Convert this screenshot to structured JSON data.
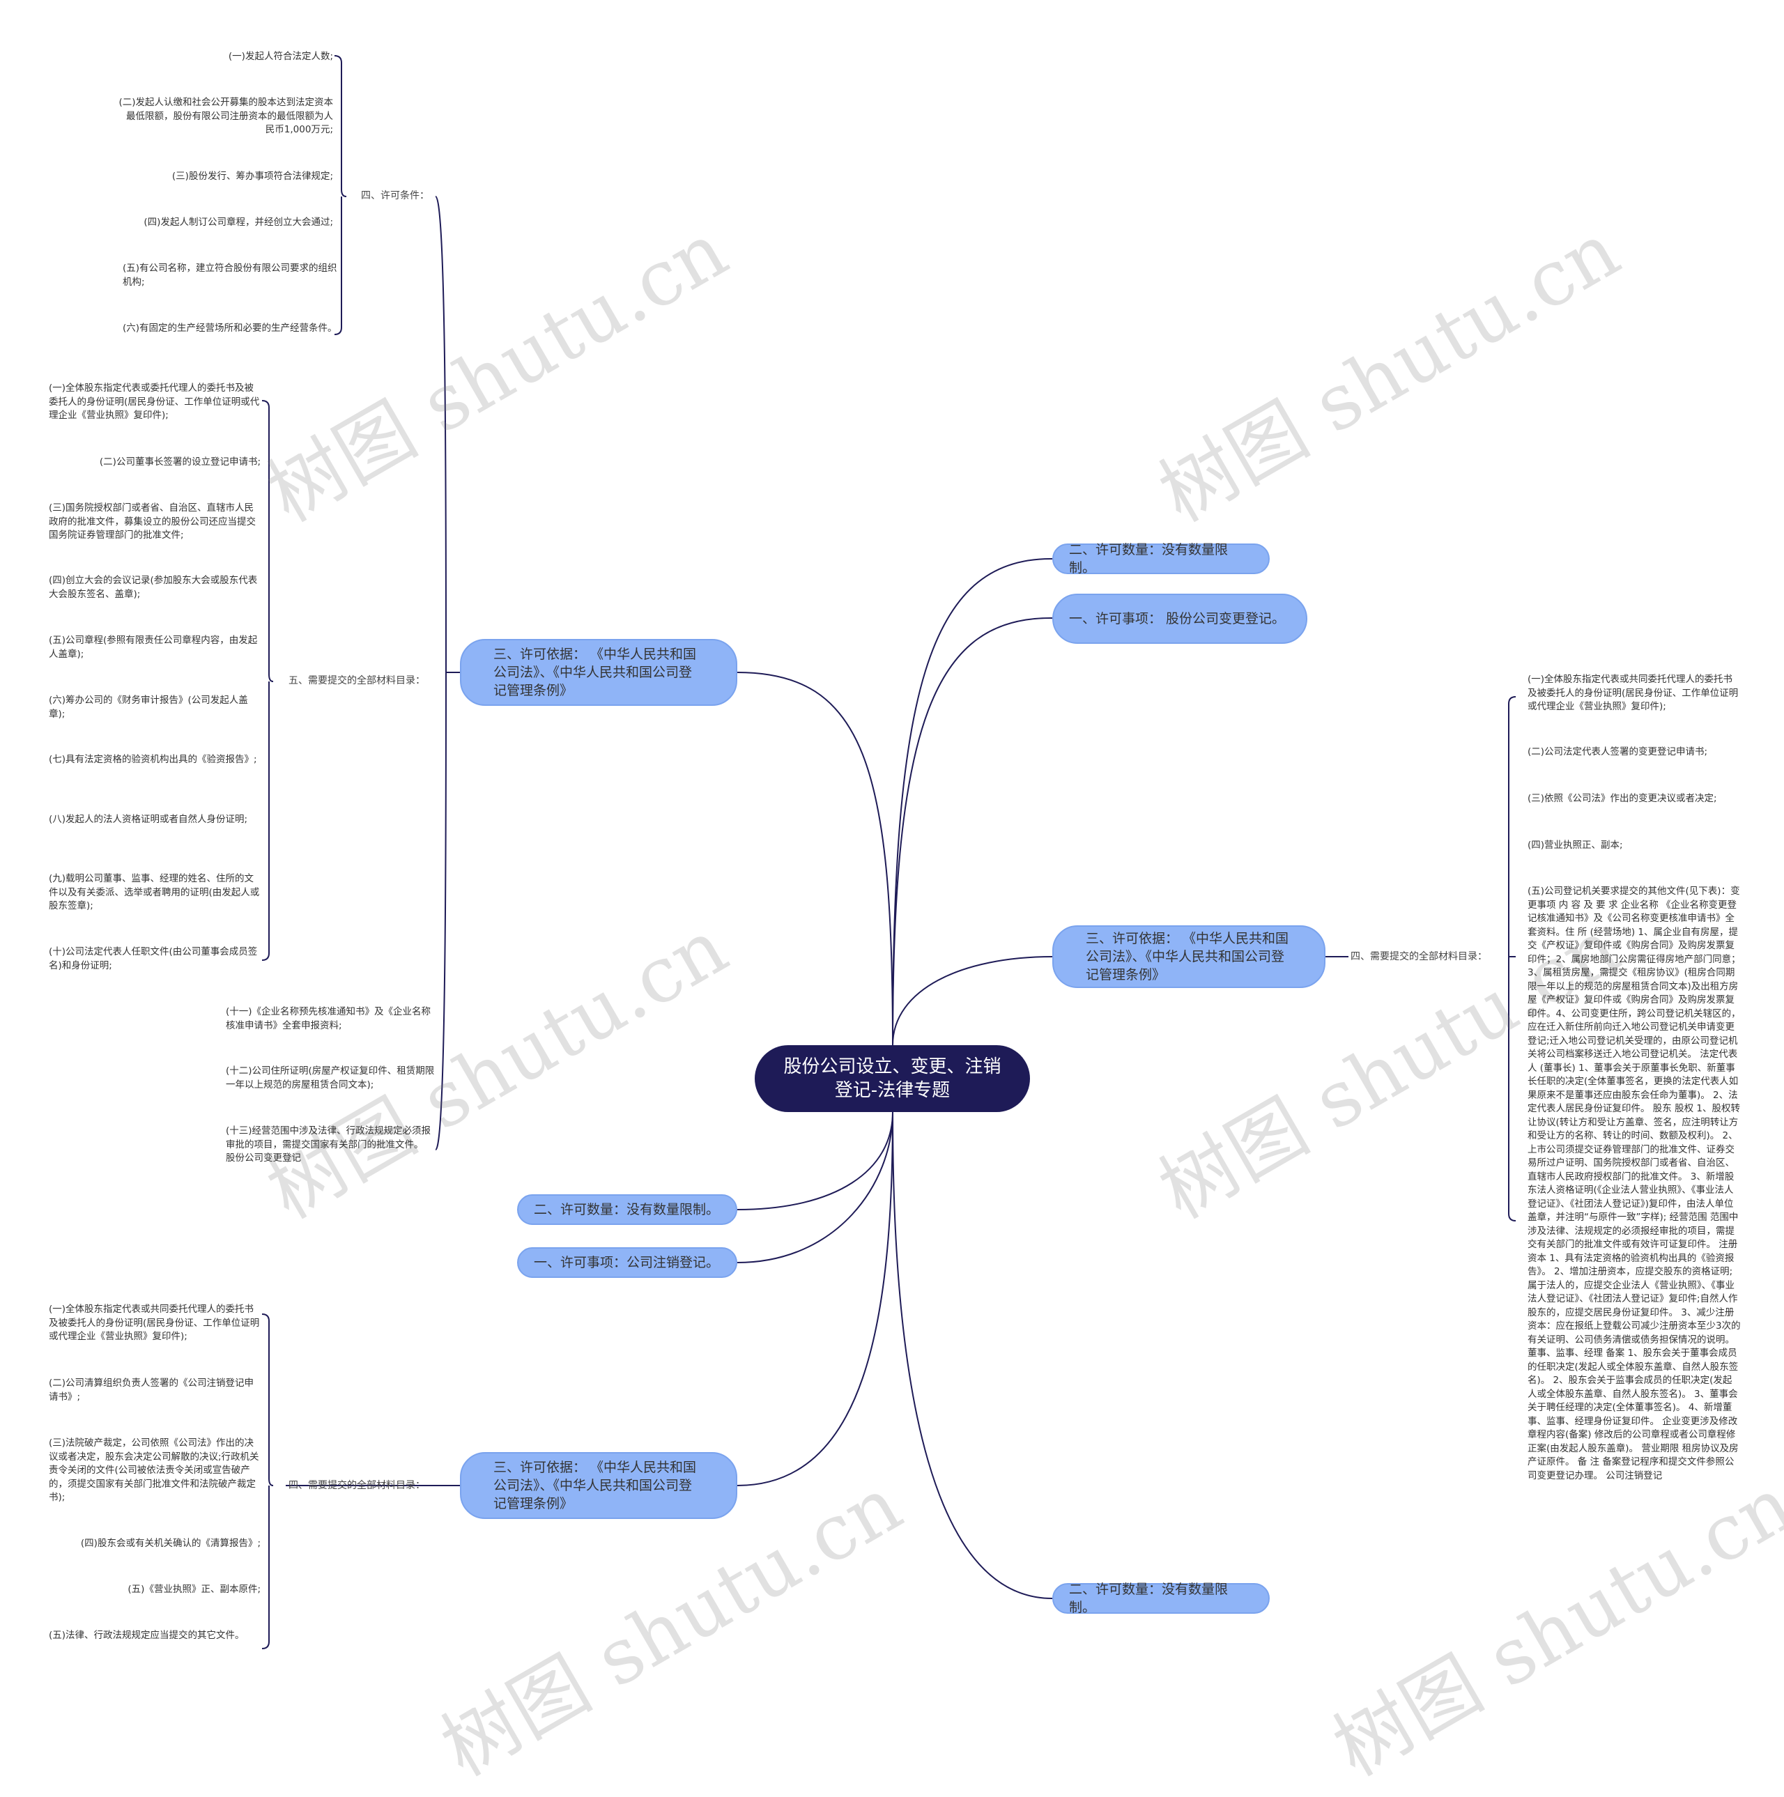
{
  "watermark": "树图 shutu.cn",
  "root": "股份公司设立、变更、注销登记-法律专题",
  "top": {
    "quantity": "二、许可数量：没有数量限制。",
    "item": "一、许可事项： 股份公司变更登记。",
    "basis": "三、许可依据： 《中华人民共和国公司法》、《中华人民共和国公司登记管理条例》",
    "materials_label": "四、需要提交的全部材料目录：",
    "materials": [
      "(一)全体股东指定代表或共同委托代理人的委托书及被委托人的身份证明(居民身份证、工作单位证明或代理企业《营业执照》复印件);",
      "(二)公司法定代表人签署的变更登记申请书;",
      "(三)依照《公司法》作出的变更决议或者决定;",
      "(四)营业执照正、副本;",
      "(五)公司登记机关要求提交的其他文件(见下表)：变更事项 内 容 及 要 求 企业名称 《企业名称变更登记核准通知书》及《公司名称变更核准申请书》全套资料。住 所 (经营场地) 1、属企业自有房屋，提交《产权证》复印件或《购房合同》及购房发票复印件；2、属房地部门公房需征得房地产部门同意；3、属租赁房屋，需提交《租房协议》(租房合同期限一年以上的规范的房屋租赁合同文本)及出租方房屋《产权证》复印件或《购房合同》及购房发票复印件。4、公司变更住所，跨公司登记机关辖区的，应在迁入新住所前向迁入地公司登记机关申请变更登记;迁入地公司登记机关受理的，由原公司登记机关将公司档案移送迁入地公司登记机关。 法定代表人 (董事长) 1、董事会关于原董事长免职、新董事长任职的决定(全体董事签名，更换的法定代表人如果原来不是董事还应由股东会任命为董事)。 2、法定代表人居民身份证复印件。 股东 股权 1、股权转让协议(转让方和受让方盖章、签名，应注明转让方和受让方的名称、转让的时间、数额及权利)。 2、上市公司须提交证券管理部门的批准文件、证券交易所过户证明、国务院授权部门或者省、自治区、直辖市人民政府授权部门的批准文件。 3、新增股东法人资格证明(《企业法人营业执照》、《事业法人登记证》、《社团法人登记证》)复印件，由法人单位盖章，并注明“与原件一致”字样); 经营范围 范围中涉及法律、法规规定的必须报经审批的项目，需提交有关部门的批准文件或有效许可证复印件。 注册资本 1、具有法定资格的验资机构出具的《验资报告》。 2、增加注册资本，应提交股东的资格证明;属于法人的，应提交企业法人《营业执照》、《事业法人登记证》、《社团法人登记证》复印件;自然人作股东的，应提交居民身份证复印件。 3、减少注册资本：应在报纸上登载公司减少注册资本至少3次的有关证明、公司债务清偿或债务担保情况的说明。 董事、监事、经理 备案 1、股东会关于董事会成员的任职决定(发起人或全体股东盖章、自然人股东签名)。 2、股东会关于监事会成员的任职决定(发起人或全体股东盖章、自然人股东签名)。 3、董事会关于聘任经理的决定(全体董事签名)。 4、新增董事、监事、经理身份证复印件。 企业变更涉及修改章程内容(备案) 修改后的公司章程或者公司章程修正案(由发起人股东盖章)。 营业期限 租房协议及房产证原件。 备 注 备案登记程序和提交文件参照公司变更登记办理。 公司注销登记"
    ],
    "quantity_bottom": "二、许可数量：没有数量限制。"
  },
  "left": {
    "basis": "三、许可依据： 《中华人民共和国公司法》、《中华人民共和国公司登记管理条例》",
    "conditions_label": "四、许可条件：",
    "conditions": [
      "(一)发起人符合法定人数;",
      "(二)发起人认缴和社会公开募集的股本达到法定资本最低限额，股份有限公司注册资本的最低限额为人民币1,000万元;",
      "(三)股份发行、筹办事项符合法律规定;",
      "(四)发起人制订公司章程，并经创立大会通过;",
      "(五)有公司名称，建立符合股份有限公司要求的组织机构;",
      "(六)有固定的生产经营场所和必要的生产经营条件。"
    ],
    "materials_label": "五、需要提交的全部材料目录：",
    "materials": [
      "(一)全体股东指定代表或委托代理人的委托书及被委托人的身份证明(居民身份证、工作单位证明或代理企业《营业执照》复印件);",
      "(二)公司董事长签署的设立登记申请书;",
      "(三)国务院授权部门或者省、自治区、直辖市人民政府的批准文件，募集设立的股份公司还应当提交国务院证券管理部门的批准文件;",
      "(四)创立大会的会议记录(参加股东大会或股东代表大会股东签名、盖章);",
      "(五)公司章程(参照有限责任公司章程内容，由发起人盖章);",
      "(六)筹办公司的《财务审计报告》(公司发起人盖章);",
      "(七)具有法定资格的验资机构出具的《验资报告》;",
      "(八)发起人的法人资格证明或者自然人身份证明;",
      "(九)载明公司董事、监事、经理的姓名、住所的文件以及有关委派、选举或者聘用的证明(由发起人或股东签章);",
      "(十)公司法定代表人任职文件(由公司董事会成员签名)和身份证明;"
    ],
    "extra": [
      "(十一)《企业名称预先核准通知书》及《企业名称核准申请书》全套申报资料;",
      "(十二)公司住所证明(房屋产权证复印件、租赁期限一年以上规范的房屋租赁合同文本);",
      "(十三)经营范围中涉及法律、行政法规规定必须报审批的项目，需提交国家有关部门的批准文件。 股份公司变更登记"
    ],
    "quantity": "二、许可数量：没有数量限制。",
    "item": "一、许可事项：公司注销登记。",
    "basis2": "三、许可依据： 《中华人民共和国公司法》、《中华人民共和国公司登记管理条例》",
    "materials2_label": "四、需要提交的全部材料目录：",
    "materials2": [
      "(一)全体股东指定代表或共同委托代理人的委托书及被委托人的身份证明(居民身份证、工作单位证明或代理企业《营业执照》复印件);",
      "(二)公司清算组织负责人签署的《公司注销登记申请书》;",
      "(三)法院破产裁定，公司依照《公司法》作出的决议或者决定，股东会决定公司解散的决议;行政机关责令关闭的文件(公司被依法责令关闭或宣告破产的，须提交国家有关部门批准文件和法院破产裁定书);",
      "(四)股东会或有关机关确认的《清算报告》;",
      "(五)《营业执照》正、副本原件;",
      "(五)法律、行政法规规定应当提交的其它文件。"
    ]
  }
}
